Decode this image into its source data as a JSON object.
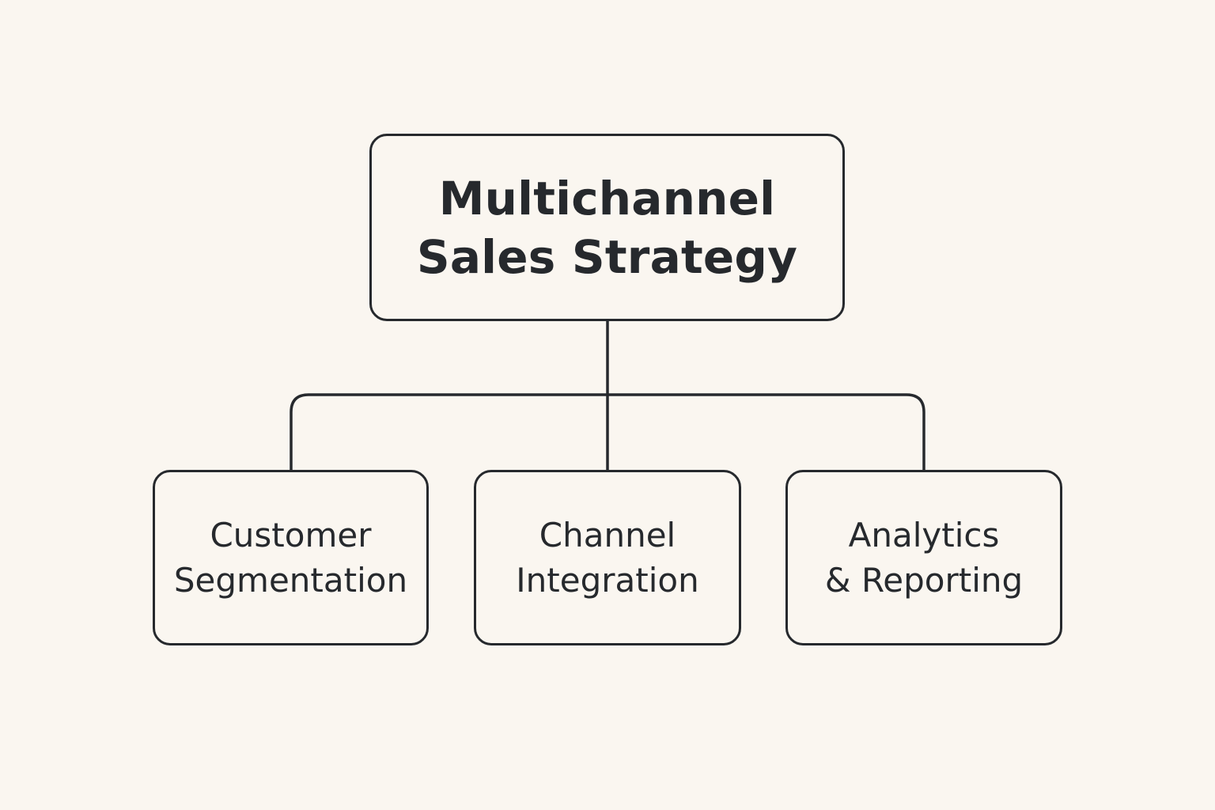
{
  "diagram": {
    "root": {
      "lines": [
        "Multichannel",
        "Sales Strategy"
      ]
    },
    "children": [
      {
        "lines": [
          "Customer",
          "Segmentation"
        ]
      },
      {
        "lines": [
          "Channel",
          "Integration"
        ]
      },
      {
        "lines": [
          "Analytics",
          "& Reporting"
        ]
      }
    ]
  },
  "colors": {
    "background": "#faf6f0",
    "stroke": "#26292d",
    "text": "#26292d"
  }
}
